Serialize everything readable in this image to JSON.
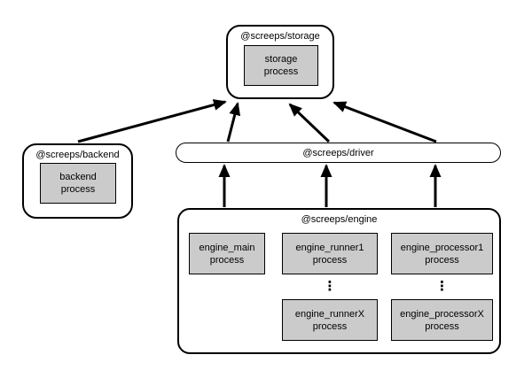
{
  "diagram": {
    "storage": {
      "title": "@screeps/storage",
      "process": "storage\nprocess"
    },
    "backend": {
      "title": "@screeps/backend",
      "process": "backend\nprocess"
    },
    "driver": {
      "title": "@screeps/driver"
    },
    "engine": {
      "title": "@screeps/engine",
      "main": "engine_main\nprocess",
      "runner1": "engine_runner1\nprocess",
      "processor1": "engine_processor1\nprocess",
      "runnerX": "engine_runnerX\nprocess",
      "processorX": "engine_processorX\nprocess",
      "ellipsis": "⋮"
    },
    "colors": {
      "background": "#ffffff",
      "process_fill": "#cbcbcb",
      "border": "#000000",
      "arrow": "#000000"
    }
  }
}
